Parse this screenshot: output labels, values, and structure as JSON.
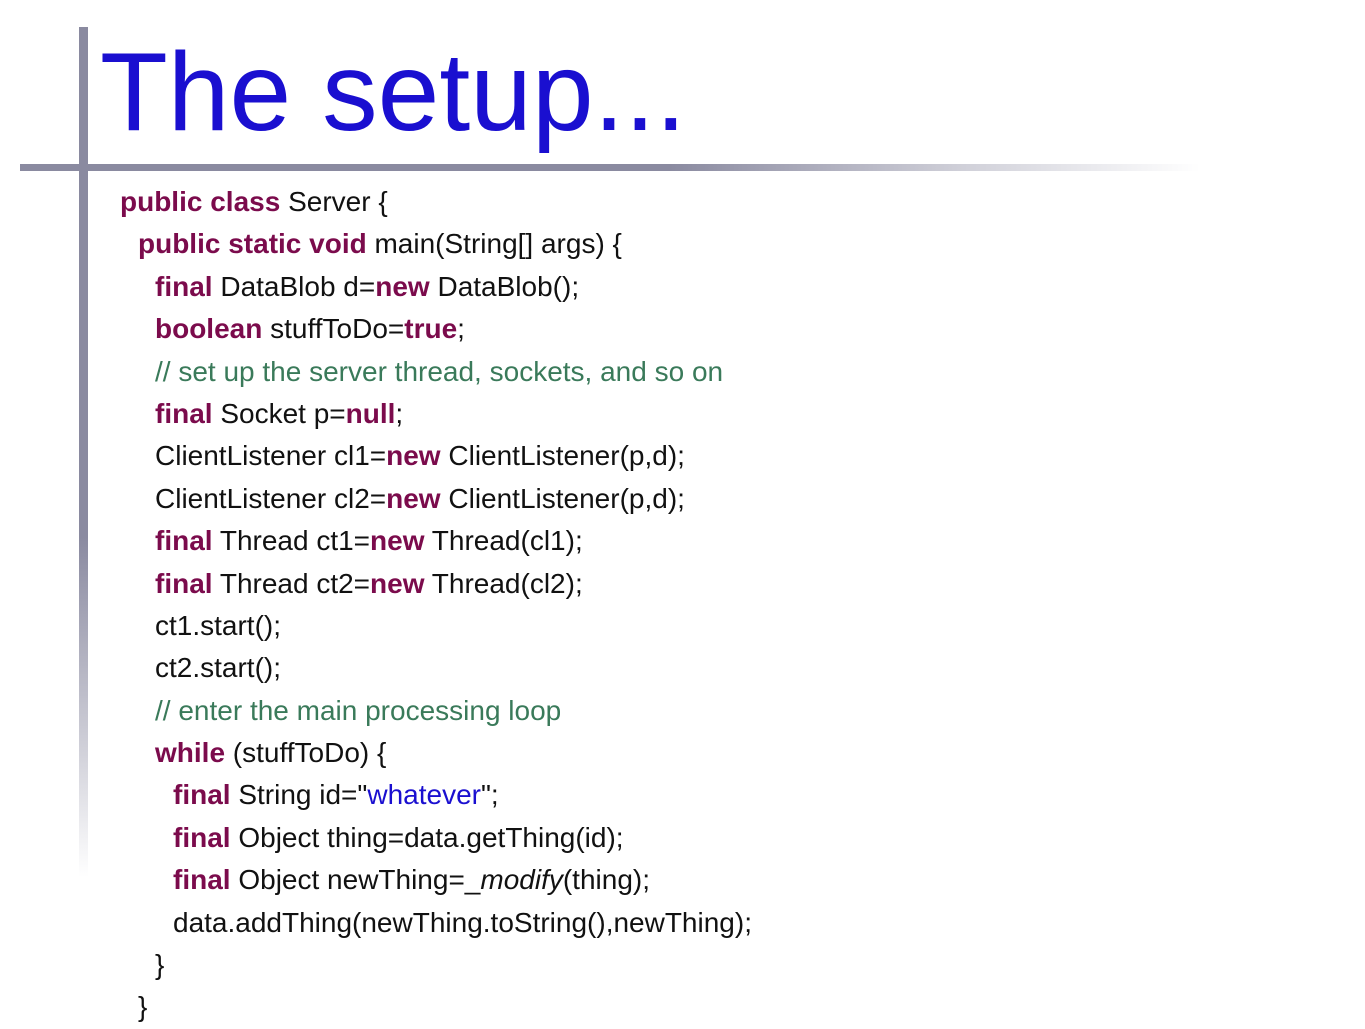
{
  "title": "The setup...",
  "colors": {
    "title": "#1a0fd0",
    "keyword": "#7b0b4c",
    "comment": "#3a7a5a",
    "string": "#1a0fd0",
    "text": "#111111",
    "accent_bars": "#8a8aa0"
  },
  "code_lines": [
    {
      "indent": 0,
      "tokens": [
        {
          "t": "kw",
          "v": "public class"
        },
        {
          "t": "tx",
          "v": " Server {"
        }
      ]
    },
    {
      "indent": 1,
      "tokens": [
        {
          "t": "kw",
          "v": "public static void"
        },
        {
          "t": "tx",
          "v": " main(String[] args) {"
        }
      ]
    },
    {
      "indent": 2,
      "tokens": [
        {
          "t": "kw",
          "v": "final"
        },
        {
          "t": "tx",
          "v": " DataBlob d="
        },
        {
          "t": "kw",
          "v": "new"
        },
        {
          "t": "tx",
          "v": " DataBlob();"
        }
      ]
    },
    {
      "indent": 2,
      "tokens": [
        {
          "t": "kw",
          "v": "boolean"
        },
        {
          "t": "tx",
          "v": " stuffToDo="
        },
        {
          "t": "kw",
          "v": "true"
        },
        {
          "t": "tx",
          "v": ";"
        }
      ]
    },
    {
      "indent": 2,
      "tokens": [
        {
          "t": "cm",
          "v": "// set up the server thread, sockets, and so on"
        }
      ]
    },
    {
      "indent": 2,
      "tokens": [
        {
          "t": "kw",
          "v": "final"
        },
        {
          "t": "tx",
          "v": " Socket p="
        },
        {
          "t": "kw",
          "v": "null"
        },
        {
          "t": "tx",
          "v": ";"
        }
      ]
    },
    {
      "indent": 2,
      "tokens": [
        {
          "t": "tx",
          "v": "ClientListener cl1="
        },
        {
          "t": "kw",
          "v": "new"
        },
        {
          "t": "tx",
          "v": " ClientListener(p,d);"
        }
      ]
    },
    {
      "indent": 2,
      "tokens": [
        {
          "t": "tx",
          "v": "ClientListener cl2="
        },
        {
          "t": "kw",
          "v": "new"
        },
        {
          "t": "tx",
          "v": " ClientListener(p,d);"
        }
      ]
    },
    {
      "indent": 2,
      "tokens": [
        {
          "t": "kw",
          "v": "final"
        },
        {
          "t": "tx",
          "v": " Thread ct1="
        },
        {
          "t": "kw",
          "v": "new"
        },
        {
          "t": "tx",
          "v": " Thread(cl1);"
        }
      ]
    },
    {
      "indent": 2,
      "tokens": [
        {
          "t": "kw",
          "v": "final"
        },
        {
          "t": "tx",
          "v": " Thread ct2="
        },
        {
          "t": "kw",
          "v": "new"
        },
        {
          "t": "tx",
          "v": " Thread(cl2);"
        }
      ]
    },
    {
      "indent": 2,
      "tokens": [
        {
          "t": "tx",
          "v": "ct1.start();"
        }
      ]
    },
    {
      "indent": 2,
      "tokens": [
        {
          "t": "tx",
          "v": "ct2.start();"
        }
      ]
    },
    {
      "indent": 2,
      "tokens": [
        {
          "t": "cm",
          "v": "// enter the main processing loop"
        }
      ]
    },
    {
      "indent": 2,
      "tokens": [
        {
          "t": "kw",
          "v": "while"
        },
        {
          "t": "tx",
          "v": " (stuffToDo) {"
        }
      ]
    },
    {
      "indent": 3,
      "tokens": [
        {
          "t": "kw",
          "v": "final"
        },
        {
          "t": "tx",
          "v": " String id=\""
        },
        {
          "t": "str",
          "v": "whatever"
        },
        {
          "t": "tx",
          "v": "\";"
        }
      ]
    },
    {
      "indent": 3,
      "tokens": [
        {
          "t": "kw",
          "v": "final"
        },
        {
          "t": "tx",
          "v": " Object thing=data.getThing(id);"
        }
      ]
    },
    {
      "indent": 3,
      "tokens": [
        {
          "t": "kw",
          "v": "final"
        },
        {
          "t": "tx",
          "v": " Object newThing=_"
        },
        {
          "t": "it",
          "v": "modify"
        },
        {
          "t": "tx",
          "v": "(thing);"
        }
      ]
    },
    {
      "indent": 3,
      "tokens": [
        {
          "t": "tx",
          "v": "data.addThing(newThing.toString(),newThing);"
        }
      ]
    },
    {
      "indent": 2,
      "tokens": [
        {
          "t": "tx",
          "v": "}"
        }
      ]
    },
    {
      "indent": 1,
      "tokens": [
        {
          "t": "tx",
          "v": "}"
        }
      ]
    }
  ]
}
